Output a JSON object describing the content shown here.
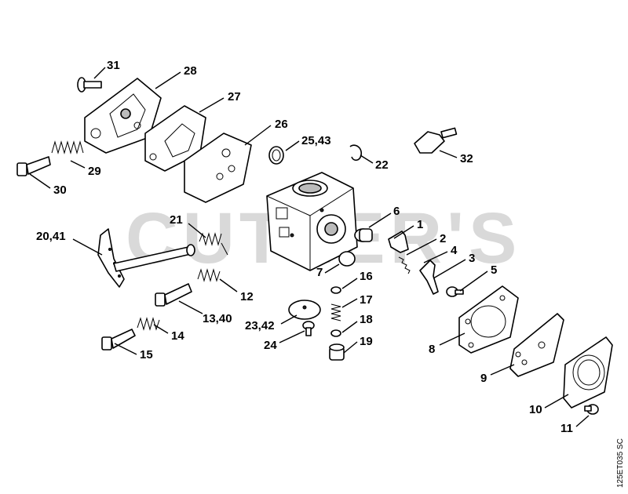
{
  "watermark": "CUTLER'S",
  "drawing_code": "125ET035 SC",
  "labels": {
    "l31": "31",
    "l28": "28",
    "l27": "27",
    "l26": "26",
    "l2543": "25,43",
    "l22": "22",
    "l32": "32",
    "l29": "29",
    "l30": "30",
    "l21": "21",
    "l2041": "20,41",
    "l6": "6",
    "l1": "1",
    "l2": "2",
    "l4": "4",
    "l3": "3",
    "l5": "5",
    "l7": "7",
    "l16": "16",
    "l12": "12",
    "l17": "17",
    "l1340": "13,40",
    "l18": "18",
    "l2342": "23,42",
    "l14": "14",
    "l24": "24",
    "l19": "19",
    "l15": "15",
    "l8": "8",
    "l9": "9",
    "l10": "10",
    "l11": "11"
  }
}
